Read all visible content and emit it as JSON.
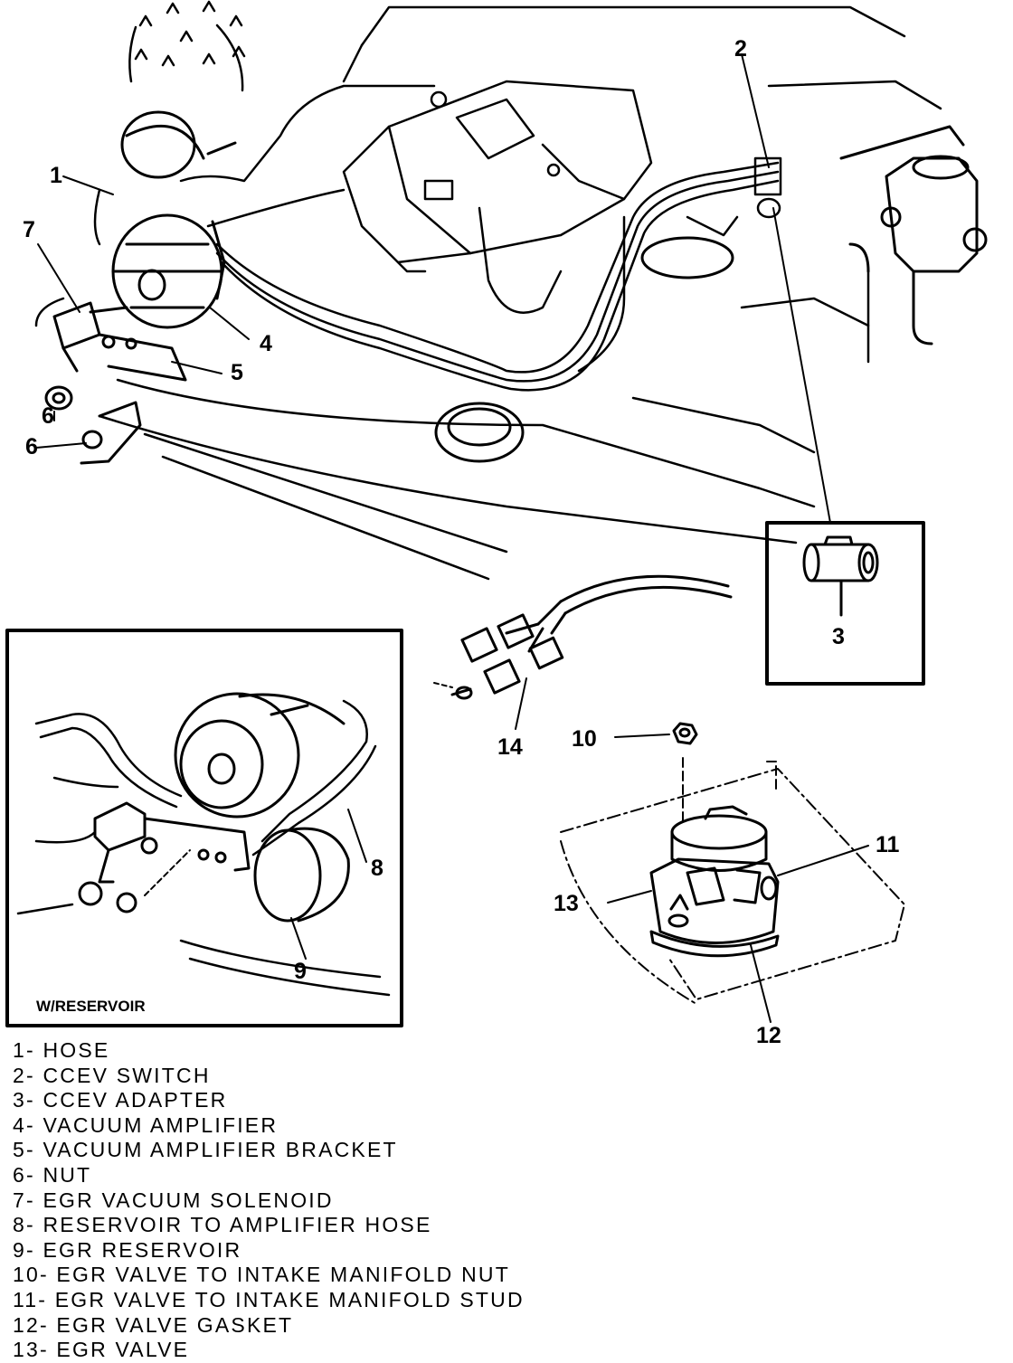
{
  "callouts": {
    "c1": "1",
    "c2": "2",
    "c3": "3",
    "c4": "4",
    "c5": "5",
    "c6a": "6",
    "c6b": "6",
    "c7": "7",
    "c8": "8",
    "c9": "9",
    "c10": "10",
    "c11": "11",
    "c12": "12",
    "c13": "13",
    "c14": "14"
  },
  "inset_caption": "W/RESERVOIR",
  "legend": [
    "1- HOSE",
    "2- CCEV SWITCH",
    "3- CCEV ADAPTER",
    "4- VACUUM AMPLIFIER",
    "5- VACUUM AMPLIFIER BRACKET",
    "6- NUT",
    "7- EGR VACUUM SOLENOID",
    "8- RESERVOIR TO AMPLIFIER HOSE",
    "9- EGR RESERVOIR",
    "10- EGR VALVE TO INTAKE MANIFOLD NUT",
    "11- EGR VALVE TO INTAKE MANIFOLD STUD",
    "12- EGR VALVE GASKET",
    "13- EGR VALVE"
  ]
}
